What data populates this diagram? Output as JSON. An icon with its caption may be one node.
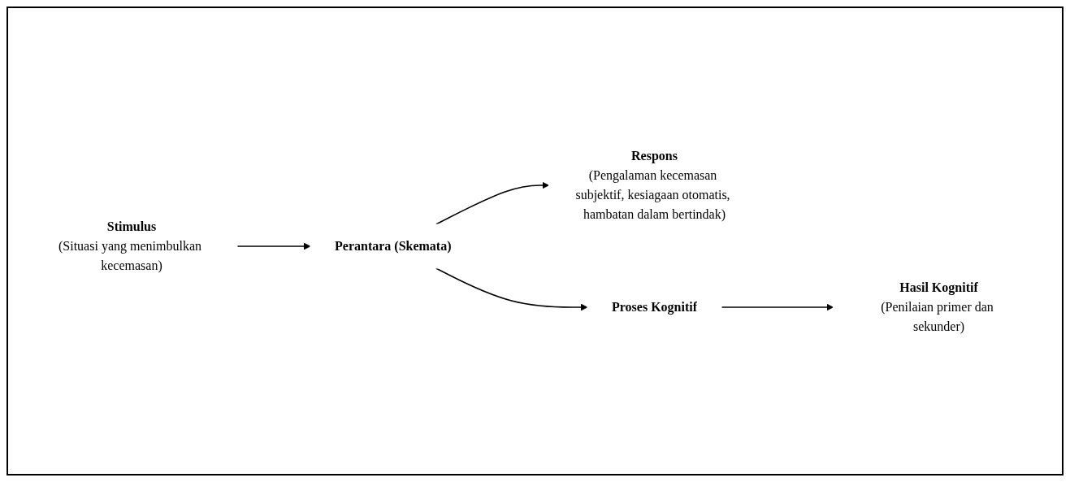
{
  "diagram": {
    "nodes": [
      {
        "text": [
          "Stimulus",
          "(Situasi yang menimbulkan kecemasan)"
        ]
      },
      {
        "text": [
          "Perantara (Skemata)"
        ]
      },
      {
        "text": [
          "Respons",
          "(Pengalaman kecemasan subjektif, kesiagaan otomatis, hambatan dalam bertindak)"
        ]
      },
      {
        "text": [
          "Proses Kognitif"
        ]
      },
      {
        "text": [
          "Hasil Kognitif",
          "(Penilaian primer dan sekunder)"
        ]
      }
    ],
    "edges": [
      {
        "from": 0,
        "to": 1,
        "arrow": "to"
      },
      {
        "from": 1,
        "to": 2,
        "arrow": "to"
      },
      {
        "from": 1,
        "to": 3,
        "arrow": "to"
      },
      {
        "from": 3,
        "to": 4,
        "arrow": "to"
      }
    ]
  }
}
